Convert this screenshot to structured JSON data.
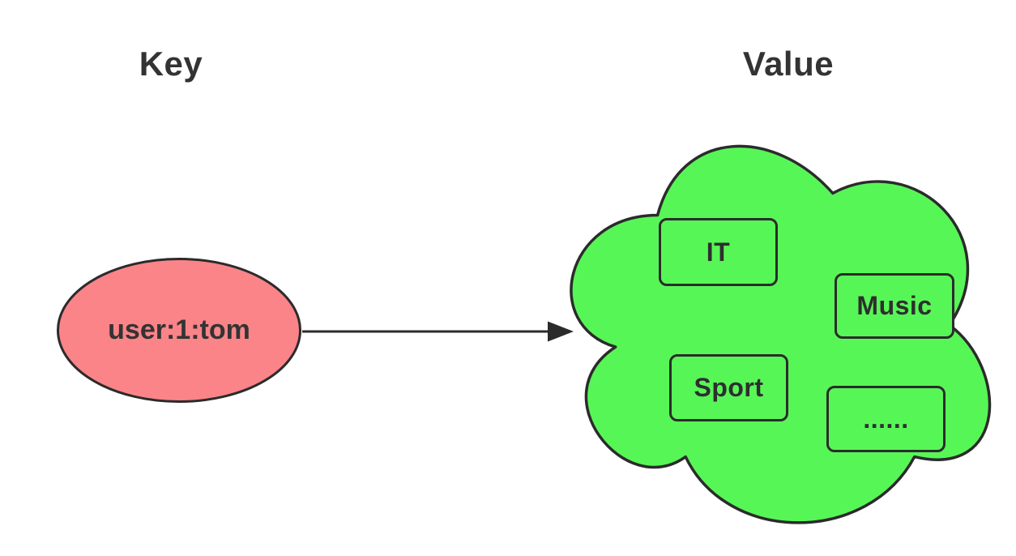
{
  "headings": {
    "key": "Key",
    "value": "Value"
  },
  "key_node": {
    "label": "user:1:tom",
    "shape": "ellipse",
    "fill": "#FB8488",
    "stroke": "#2B2B2B"
  },
  "arrow": {
    "from": "key-node",
    "to": "value-cloud",
    "color": "#2B2B2B"
  },
  "value_cloud": {
    "shape": "cloud",
    "fill": "#57F657",
    "stroke": "#2B2B2B",
    "items": [
      {
        "label": "IT"
      },
      {
        "label": "Music"
      },
      {
        "label": "Sport"
      },
      {
        "label": "......"
      }
    ]
  },
  "text_color": "#333333"
}
